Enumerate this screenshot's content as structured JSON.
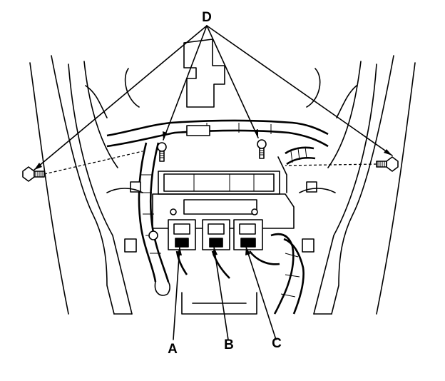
{
  "diagram": {
    "callouts": {
      "d": "D",
      "a": "A",
      "b": "B",
      "c": "C"
    }
  },
  "colors": {
    "ink": "#000000",
    "paper": "#ffffff"
  }
}
